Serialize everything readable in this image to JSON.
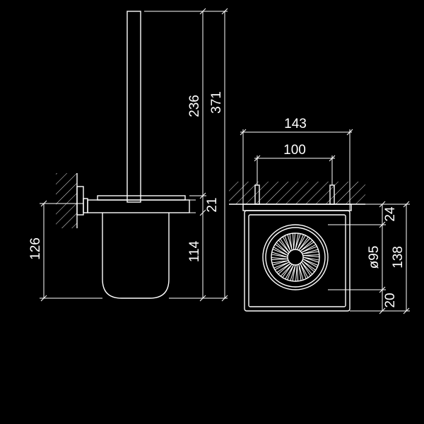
{
  "dimensions": {
    "side_view": {
      "brush_height": "236",
      "overall_height": "371",
      "lid_thickness": "21",
      "holder_height": "114",
      "mount_height": "126"
    },
    "top_view": {
      "overall_width": "143",
      "mount_spacing": "100",
      "holder_diameter": "ø95",
      "wall_offset": "24",
      "overall_depth": "138",
      "bottom_offset": "20"
    }
  },
  "colors": {
    "background": "#000000",
    "line": "#ffffff"
  }
}
